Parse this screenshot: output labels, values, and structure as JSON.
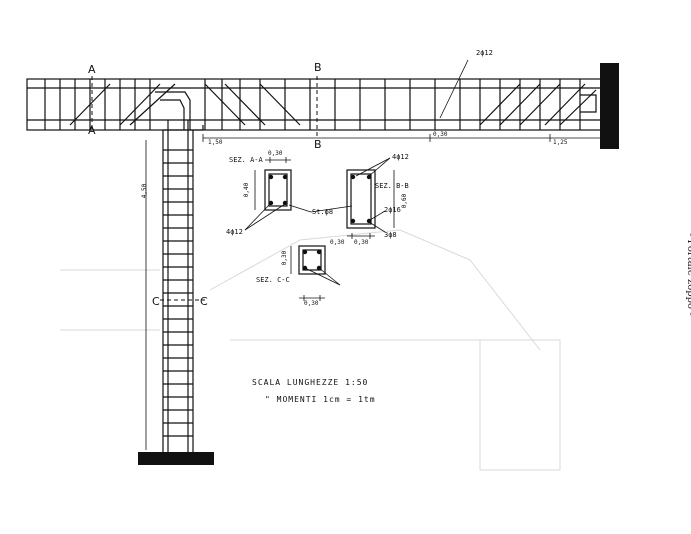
{
  "side_title": "- Portale zoppo -",
  "section_marks": {
    "a_top": "A",
    "a_bottom": "A",
    "b_top": "B",
    "b_bottom": "B",
    "c_left": "C",
    "c_right": "C"
  },
  "dimensions": {
    "d_top_right": "2ϕ12",
    "d_left": "1,50",
    "d_mid1": "0,30",
    "d_right": "1,25",
    "d_col": "4,50",
    "d_aa_width": "0,30",
    "d_aa_height": "0,40",
    "d_bb_height": "0,60",
    "d_bb_width": "0,30",
    "d_cc_height": "0,30",
    "d_cc_width": "0,30",
    "d_cc_bottom": "0,30"
  },
  "labels": {
    "sez_aa": "SEZ. A-A",
    "sez_bb": "SEZ. B-B",
    "sez_cc": "SEZ. C-C",
    "rebar_4phi12_top": "4ϕ12",
    "rebar_2phi16": "2ϕ16",
    "rebar_3phi8": "3ϕ8",
    "rebar_stirrup": "St.ϕ8",
    "rebar_4phi12_left": "4ϕ12"
  },
  "scale_note": {
    "line1": "SCALA LUNGHEZZE 1:50",
    "line2": "\"   MOMENTI   1cm = 1tm"
  }
}
